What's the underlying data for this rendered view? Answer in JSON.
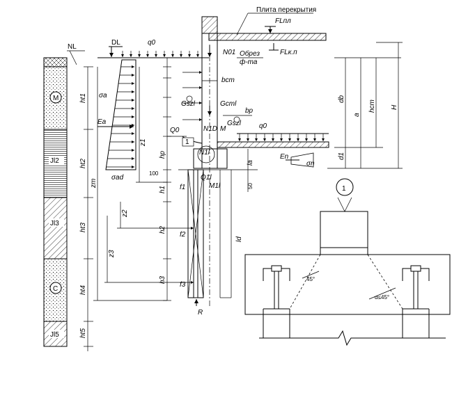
{
  "labels": {
    "slab": "Плита перекрытия",
    "fl_slab": "FLпл",
    "fl_cut": "FLк.п",
    "cut_line1": "Обрез",
    "cut_line2": "ф-та",
    "nl": "NL",
    "dl": "DL",
    "q0_top": "q0",
    "q0_floor": "q0",
    "n01": "N01",
    "n1d": "N1D",
    "n1l": "N1l",
    "b_cm": "bcm",
    "b_p": "bp",
    "g_cm": "Gcml",
    "g_szl": "Gszl",
    "g_szl2": "Gszl",
    "sigma_a": "σa",
    "sigma_ad": "σad",
    "sigma_n": "σn",
    "e_a": "Ea",
    "e_n": "En",
    "z1": "z1",
    "z2": "z2",
    "z3": "z3",
    "zm": "zm",
    "q_bar": "Q0",
    "node_1": "1",
    "hp": "hp",
    "h1": "h1",
    "h2": "h2",
    "h3": "h3",
    "ht1": "ht1",
    "ht2": "ht2",
    "ht3": "ht3",
    "ht4": "ht4",
    "ht5": "ht5",
    "hcm": "hcm",
    "h_total": "H",
    "a": "a",
    "db": "db",
    "d1": "d1",
    "l_a": "la",
    "l_d": "ld",
    "dim_100": "100",
    "dim_50": "50",
    "m": "M",
    "m1l": "M1l",
    "q1l": "Q1l",
    "f1": "f1",
    "f2": "f2",
    "f3": "f3",
    "r": "R",
    "layer_m": "M",
    "layer_c": "C",
    "il2": "Jl2",
    "il3": "Jl3",
    "il5": "Jl5",
    "detail_num": "1",
    "angle_left": "45°",
    "angle_right": "α≤45°"
  }
}
